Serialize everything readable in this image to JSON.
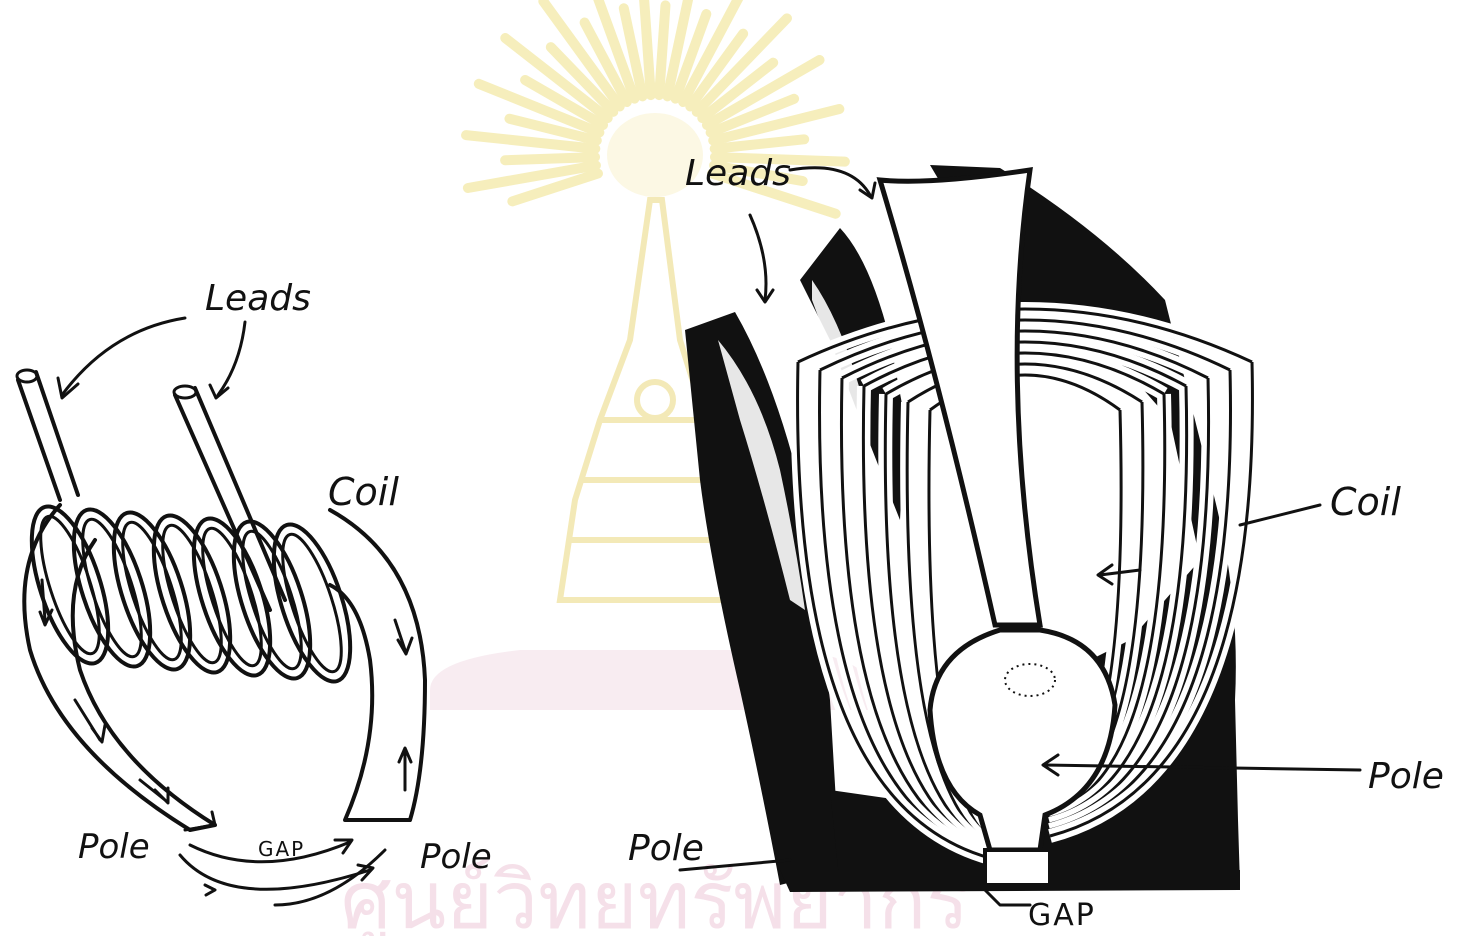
{
  "watermark": {
    "text": "ศูนย์วิทยทรัพยากร",
    "color_rays": "#f3e9a6",
    "color_text": "#f4dde6",
    "color_base": "#f6e6ec"
  },
  "left_figure": {
    "labels": {
      "leads": "Leads",
      "coil": "Coil",
      "pole_left": "Pole",
      "pole_right": "Pole",
      "gap": "GAP"
    }
  },
  "right_figure": {
    "labels": {
      "leads": "Leads",
      "coil": "Coil",
      "pole_right": "Pole",
      "pole_left": "Pole",
      "gap": "GAP"
    }
  },
  "colors": {
    "ink": "#111111",
    "paper": "#ffffff"
  }
}
